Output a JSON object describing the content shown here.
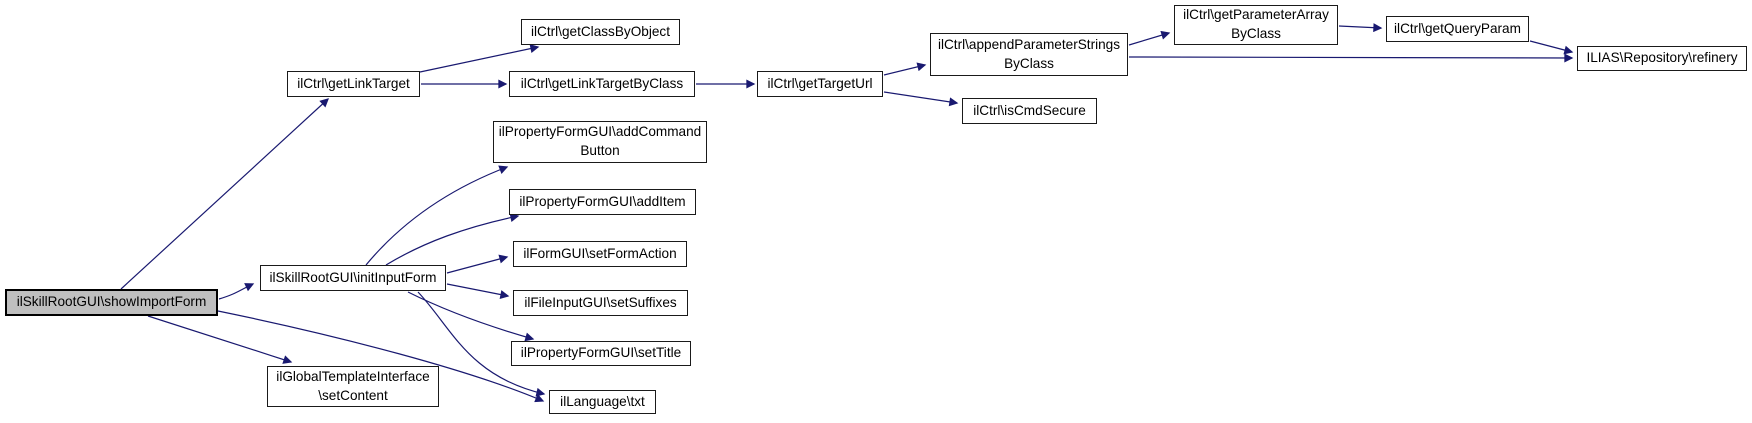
{
  "diagram": {
    "kind": "doxygen-call-graph",
    "background": "#ffffff",
    "edge_color": "#191970",
    "node_fill": "#ffffff",
    "node_border_color": "#000000",
    "highlighted_node_fill": "#bfbfbf",
    "highlighted_node": "ilSkillRootGUI\\showImportForm"
  },
  "nodes": [
    {
      "id": "show-import-form",
      "label": "ilSkillRootGUI\\showImportForm"
    },
    {
      "id": "get-link-target",
      "label": "ilCtrl\\getLinkTarget"
    },
    {
      "id": "get-class-by-object",
      "label": "ilCtrl\\getClassByObject"
    },
    {
      "id": "get-link-target-by-class",
      "label": "ilCtrl\\getLinkTargetByClass"
    },
    {
      "id": "get-target-url",
      "label": "ilCtrl\\getTargetUrl"
    },
    {
      "id": "append-parameter-strings-by-class",
      "label": "ilCtrl\\appendParameterStrings\nByClass"
    },
    {
      "id": "get-parameter-array-by-class",
      "label": "ilCtrl\\getParameterArray\nByClass"
    },
    {
      "id": "get-query-param",
      "label": "ilCtrl\\getQueryParam"
    },
    {
      "id": "refinery",
      "label": "ILIAS\\Repository\\refinery"
    },
    {
      "id": "is-cmd-secure",
      "label": "ilCtrl\\isCmdSecure"
    },
    {
      "id": "add-command-button",
      "label": "ilPropertyFormGUI\\addCommand\nButton"
    },
    {
      "id": "add-item",
      "label": "ilPropertyFormGUI\\addItem"
    },
    {
      "id": "set-form-action",
      "label": "ilFormGUI\\setFormAction"
    },
    {
      "id": "init-input-form",
      "label": "ilSkillRootGUI\\initInputForm"
    },
    {
      "id": "set-suffixes",
      "label": "ilFileInputGUI\\setSuffixes"
    },
    {
      "id": "set-title",
      "label": "ilPropertyFormGUI\\setTitle"
    },
    {
      "id": "set-content",
      "label": "ilGlobalTemplateInterface\n\\setContent"
    },
    {
      "id": "txt",
      "label": "ilLanguage\\txt"
    }
  ],
  "edges": [
    {
      "from": "show-import-form",
      "to": "get-link-target"
    },
    {
      "from": "show-import-form",
      "to": "init-input-form"
    },
    {
      "from": "show-import-form",
      "to": "set-content"
    },
    {
      "from": "show-import-form",
      "to": "txt"
    },
    {
      "from": "get-link-target",
      "to": "get-class-by-object"
    },
    {
      "from": "get-link-target",
      "to": "get-link-target-by-class"
    },
    {
      "from": "get-link-target-by-class",
      "to": "get-target-url"
    },
    {
      "from": "get-target-url",
      "to": "append-parameter-strings-by-class"
    },
    {
      "from": "get-target-url",
      "to": "is-cmd-secure"
    },
    {
      "from": "append-parameter-strings-by-class",
      "to": "get-parameter-array-by-class"
    },
    {
      "from": "append-parameter-strings-by-class",
      "to": "refinery"
    },
    {
      "from": "get-parameter-array-by-class",
      "to": "get-query-param"
    },
    {
      "from": "get-query-param",
      "to": "refinery"
    },
    {
      "from": "init-input-form",
      "to": "add-command-button"
    },
    {
      "from": "init-input-form",
      "to": "add-item"
    },
    {
      "from": "init-input-form",
      "to": "set-form-action"
    },
    {
      "from": "init-input-form",
      "to": "set-suffixes"
    },
    {
      "from": "init-input-form",
      "to": "set-title"
    },
    {
      "from": "init-input-form",
      "to": "txt"
    }
  ]
}
